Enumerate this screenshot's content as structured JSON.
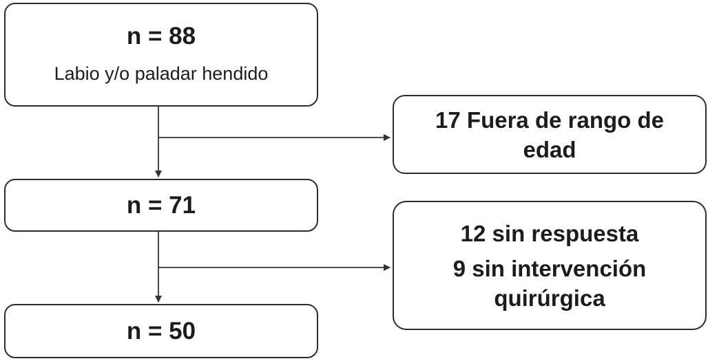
{
  "nodes": {
    "start": {
      "count": "n = 88",
      "label": "Labio y/o paladar hendido"
    },
    "middle": {
      "count": "n = 71"
    },
    "final": {
      "count": "n = 50"
    }
  },
  "exclusions": {
    "first": {
      "text": "17 Fuera de rango de edad"
    },
    "second": {
      "line1": "12 sin respuesta",
      "line2": "9 sin intervención quirúrgica"
    }
  }
}
